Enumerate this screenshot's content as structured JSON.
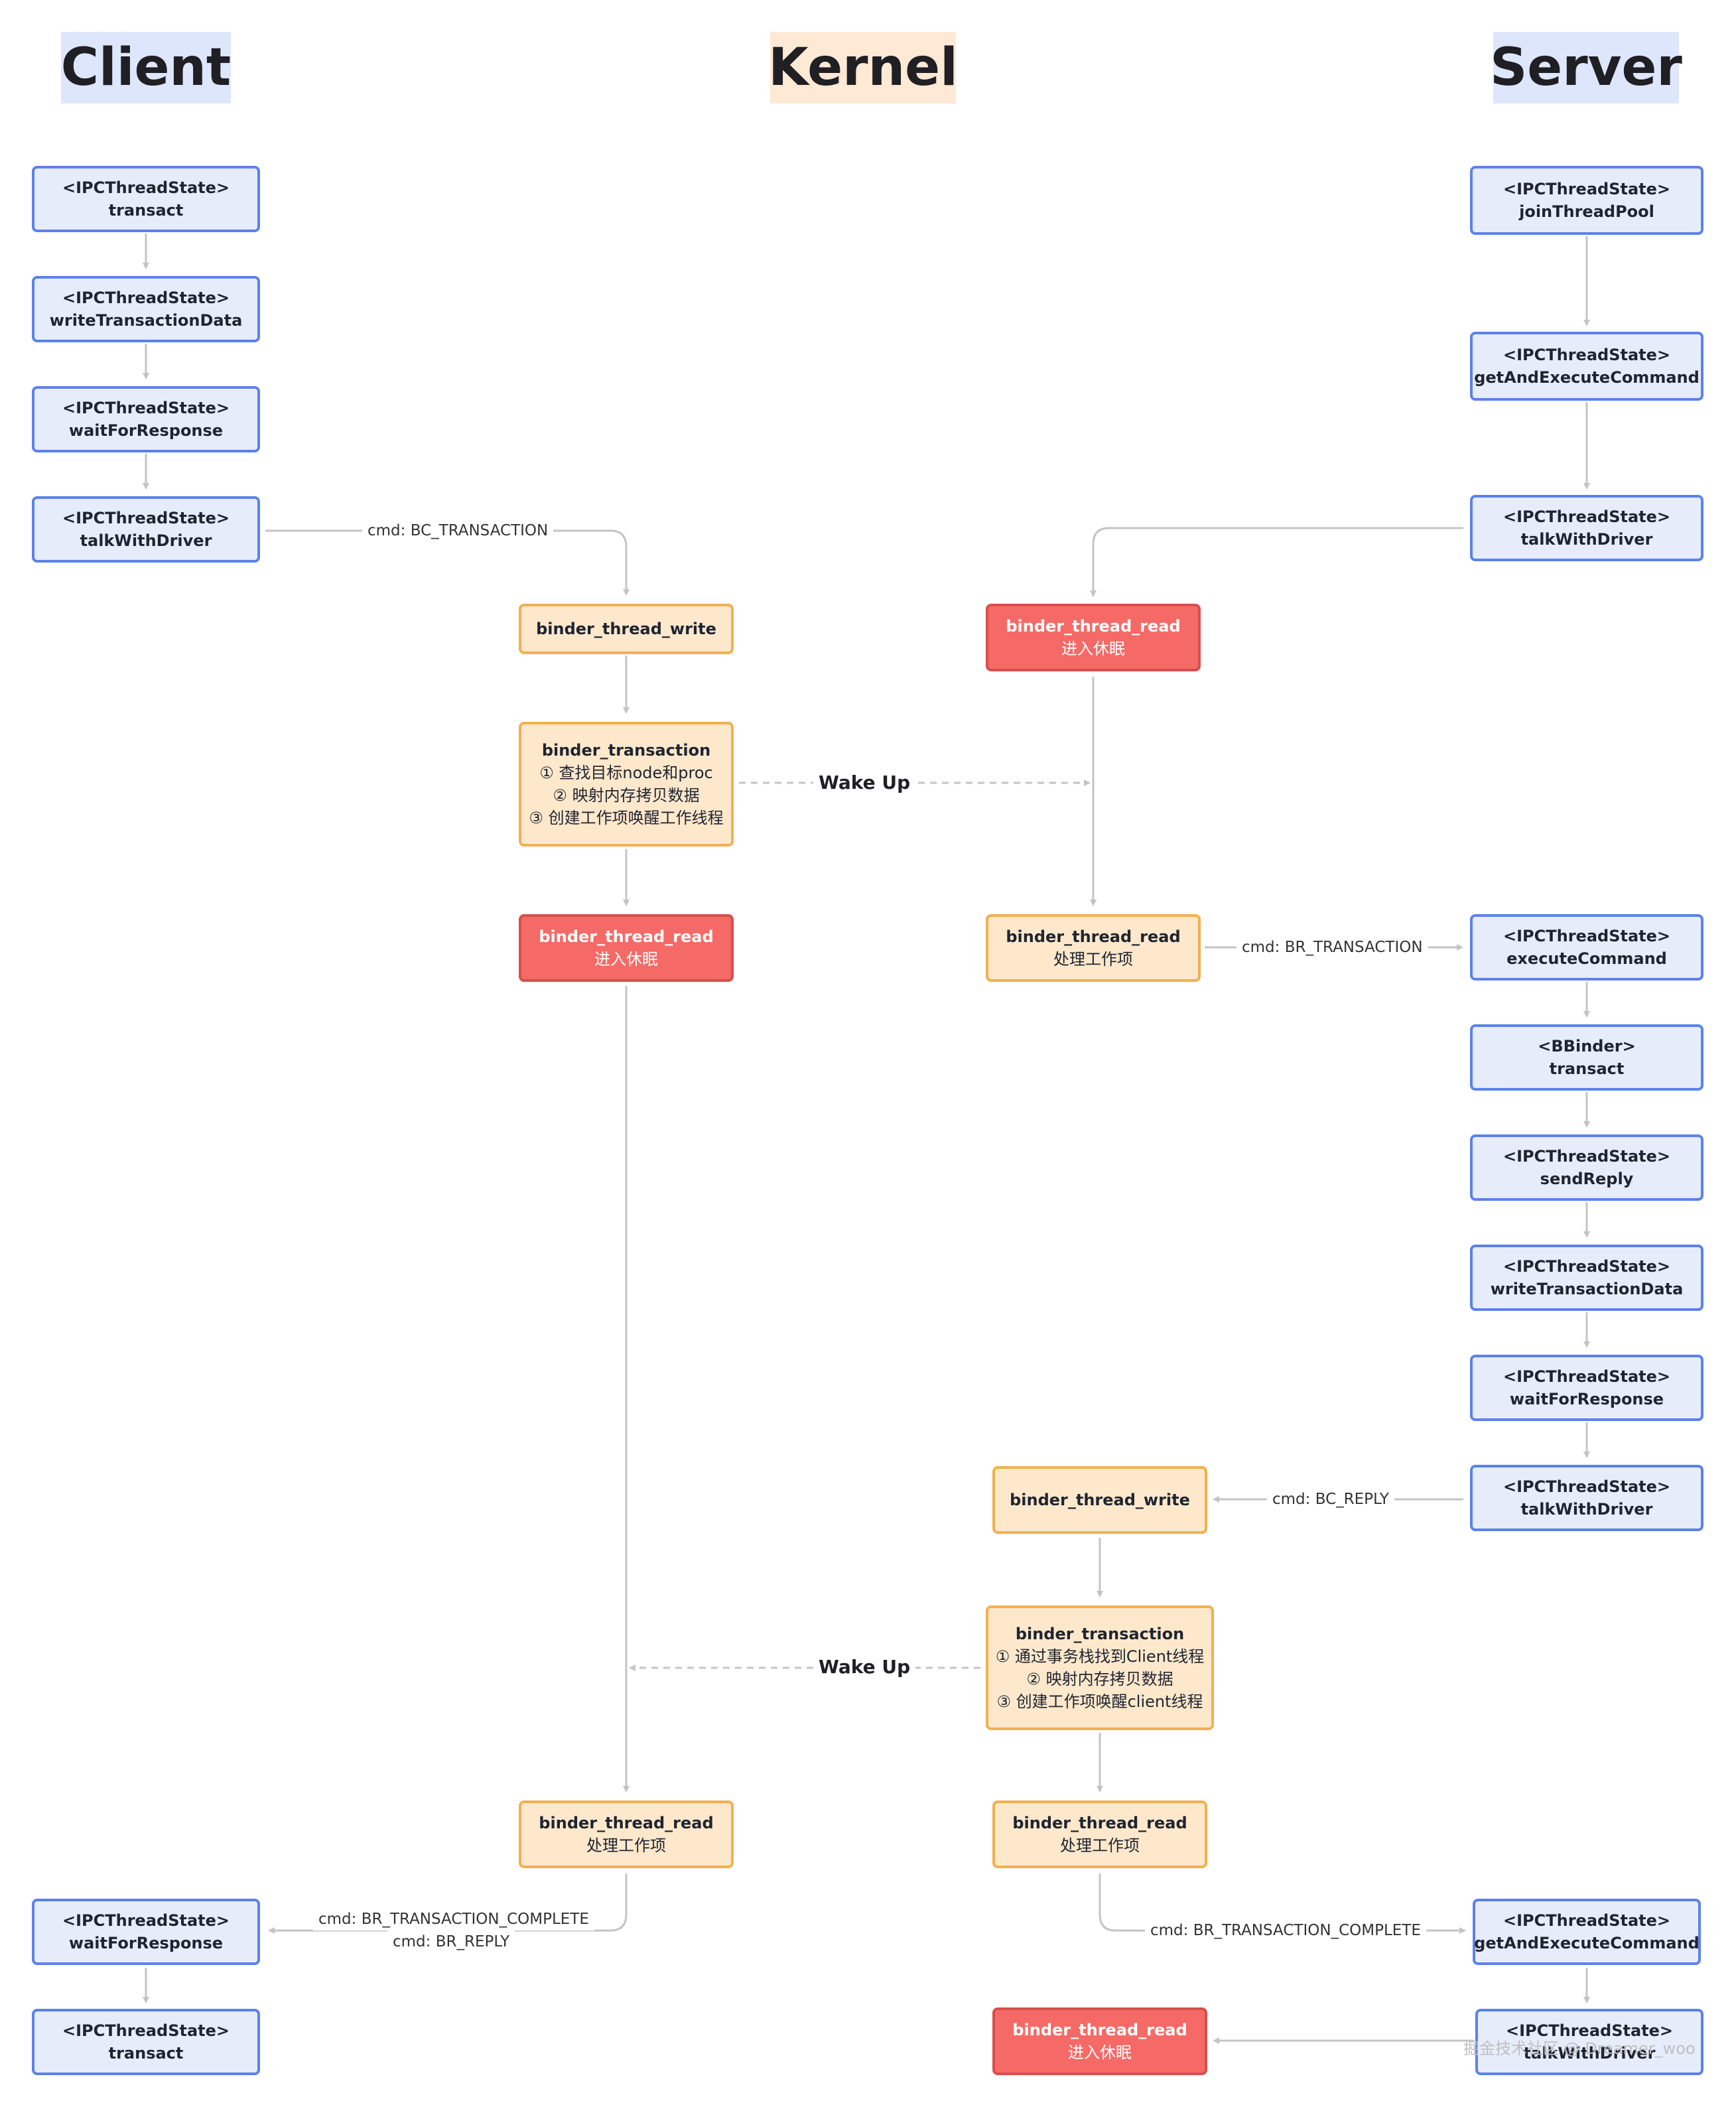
{
  "headers": {
    "client": "Client",
    "kernel": "Kernel",
    "server": "Server"
  },
  "client": {
    "transact": {
      "cls": "<IPCThreadState>",
      "fn": "transact"
    },
    "write_data": {
      "cls": "<IPCThreadState>",
      "fn": "writeTransactionData"
    },
    "wait_response": {
      "cls": "<IPCThreadState>",
      "fn": "waitForResponse"
    },
    "talk_driver": {
      "cls": "<IPCThreadState>",
      "fn": "talkWithDriver"
    },
    "wait_response_2": {
      "cls": "<IPCThreadState>",
      "fn": "waitForResponse"
    },
    "transact_2": {
      "cls": "<IPCThreadState>",
      "fn": "transact"
    }
  },
  "kernel": {
    "c_write": {
      "title": "binder_thread_write"
    },
    "c_transaction": {
      "title": "binder_transaction",
      "step1": "① 查找目标node和proc",
      "step2": "② 映射内存拷贝数据",
      "step3": "③ 创建工作项唤醒工作线程"
    },
    "c_read_sleep": {
      "title": "binder_thread_read",
      "sub": "进入休眠"
    },
    "c_read_work": {
      "title": "binder_thread_read",
      "sub": "处理工作项"
    },
    "s_read_sleep": {
      "title": "binder_thread_read",
      "sub": "进入休眠"
    },
    "s_read_work": {
      "title": "binder_thread_read",
      "sub": "处理工作项"
    },
    "s_write": {
      "title": "binder_thread_write"
    },
    "s_transaction": {
      "title": "binder_transaction",
      "step1": "① 通过事务栈找到Client线程",
      "step2": "② 映射内存拷贝数据",
      "step3": "③ 创建工作项唤醒client线程"
    },
    "s_read_work_2": {
      "title": "binder_thread_read",
      "sub": "处理工作项"
    },
    "s_read_sleep_2": {
      "title": "binder_thread_read",
      "sub": "进入休眠"
    }
  },
  "server": {
    "join_pool": {
      "cls": "<IPCThreadState>",
      "fn": "joinThreadPool"
    },
    "get_exec": {
      "cls": "<IPCThreadState>",
      "fn": "getAndExecuteCommand"
    },
    "talk_driver": {
      "cls": "<IPCThreadState>",
      "fn": "talkWithDriver"
    },
    "exec_cmd": {
      "cls": "<IPCThreadState>",
      "fn": "executeCommand"
    },
    "bbinder_transact": {
      "cls": "<BBinder>",
      "fn": "transact"
    },
    "send_reply": {
      "cls": "<IPCThreadState>",
      "fn": "sendReply"
    },
    "write_data": {
      "cls": "<IPCThreadState>",
      "fn": "writeTransactionData"
    },
    "wait_response": {
      "cls": "<IPCThreadState>",
      "fn": "waitForResponse"
    },
    "talk_driver_2": {
      "cls": "<IPCThreadState>",
      "fn": "talkWithDriver"
    },
    "get_exec_2": {
      "cls": "<IPCThreadState>",
      "fn": "getAndExecuteCommand"
    },
    "talk_driver_3": {
      "cls": "<IPCThreadState>",
      "fn": "talkWithDriver"
    }
  },
  "labels": {
    "bc_transaction": "cmd: BC_TRANSACTION",
    "br_transaction": "cmd: BR_TRANSACTION",
    "bc_reply": "cmd: BC_REPLY",
    "br_tc_client": "cmd: BR_TRANSACTION_COMPLETE",
    "br_reply": "cmd: BR_REPLY",
    "br_tc_server": "cmd: BR_TRANSACTION_COMPLETE",
    "wake_up_1": "Wake Up",
    "wake_up_2": "Wake Up"
  },
  "watermark": "掘金技术社区 @ Dreamer_woo",
  "colors": {
    "line": "#c4c4c4",
    "blue_border": "#5b82ea",
    "orange_border": "#f2b04f",
    "red_fill": "#f56a66"
  }
}
